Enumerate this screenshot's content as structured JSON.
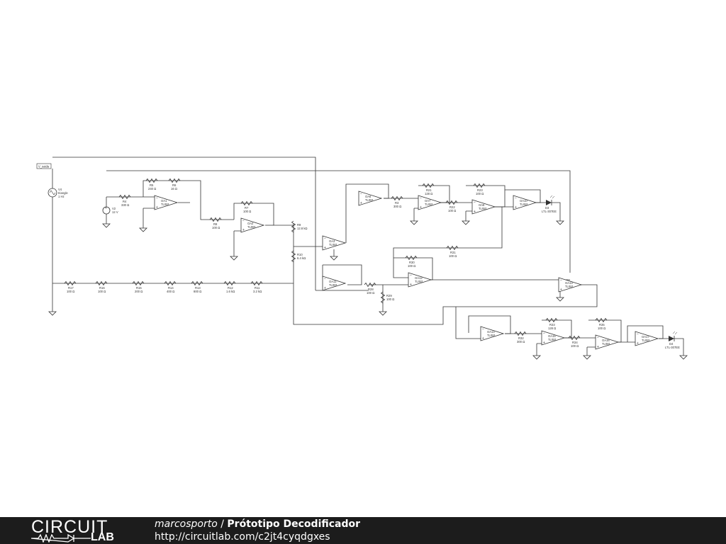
{
  "schematic": {
    "probe": "V_saida",
    "source_ac": {
      "name": "V4",
      "wave": "triangle",
      "freq": "1 Hz"
    },
    "source_dc": {
      "name": "V2",
      "value": "12 V"
    },
    "opamps": [
      {
        "id": "oa1",
        "name": "OA1",
        "part": "TL081"
      },
      {
        "id": "oa2",
        "name": "OA2",
        "part": "TL081"
      },
      {
        "id": "oa3",
        "name": "OA3",
        "part": "TL081"
      },
      {
        "id": "oa6",
        "name": "OA6",
        "part": "TL081"
      },
      {
        "id": "oa7",
        "name": "OA7",
        "part": "TL081"
      },
      {
        "id": "oa8",
        "name": "OA8",
        "part": "TL081"
      },
      {
        "id": "oa10",
        "name": "OA10",
        "part": "TL081"
      },
      {
        "id": "oa11",
        "name": "OA11",
        "part": "TL081"
      },
      {
        "id": "oa12",
        "name": "OA12",
        "part": "TL081"
      },
      {
        "id": "oa13",
        "name": "OA13",
        "part": "TL081"
      },
      {
        "id": "oa14",
        "name": "OA14",
        "part": "TL081"
      },
      {
        "id": "oa15",
        "name": "OA15",
        "part": "TL081"
      },
      {
        "id": "oa16",
        "name": "OA16",
        "part": "TL081"
      },
      {
        "id": "oa17",
        "name": "OA17",
        "part": "TL081"
      }
    ],
    "resistors": [
      {
        "id": "r4",
        "name": "R4",
        "value": "330 Ω"
      },
      {
        "id": "r5",
        "name": "R5",
        "value": "240 Ω"
      },
      {
        "id": "r6",
        "name": "R6",
        "value": "16 Ω"
      },
      {
        "id": "r7",
        "name": "R7",
        "value": "100 Ω"
      },
      {
        "id": "r8",
        "name": "R8",
        "value": "100 Ω"
      },
      {
        "id": "r9",
        "name": "R9",
        "value": "12.8 kΩ"
      },
      {
        "id": "r10",
        "name": "R10",
        "value": "6.4 kΩ"
      },
      {
        "id": "r3",
        "name": "R3",
        "value": "300 Ω"
      },
      {
        "id": "r21",
        "name": "R21",
        "value": "128 Ω"
      },
      {
        "id": "r22",
        "name": "R22",
        "value": "100 Ω"
      },
      {
        "id": "r23",
        "name": "R23",
        "value": "100 Ω"
      },
      {
        "id": "r31",
        "name": "R31",
        "value": "100 Ω"
      },
      {
        "id": "r30",
        "name": "R30",
        "value": "100 Ω"
      },
      {
        "id": "r28",
        "name": "R28",
        "value": "100 Ω"
      },
      {
        "id": "r29",
        "name": "R29",
        "value": "100 Ω"
      },
      {
        "id": "r17",
        "name": "R17",
        "value": "100 Ω"
      },
      {
        "id": "r16",
        "name": "R16",
        "value": "100 Ω"
      },
      {
        "id": "r15",
        "name": "R15",
        "value": "200 Ω"
      },
      {
        "id": "r14",
        "name": "R14",
        "value": "400 Ω"
      },
      {
        "id": "r13",
        "name": "R13",
        "value": "800 Ω"
      },
      {
        "id": "r12",
        "name": "R12",
        "value": "1.6 kΩ"
      },
      {
        "id": "r11",
        "name": "R11",
        "value": "3.2 kΩ"
      },
      {
        "id": "r32",
        "name": "R32",
        "value": "300 Ω"
      },
      {
        "id": "r33",
        "name": "R33",
        "value": "128 Ω"
      },
      {
        "id": "r34",
        "name": "R34",
        "value": "100 Ω"
      },
      {
        "id": "r35",
        "name": "R35",
        "value": "100 Ω"
      }
    ],
    "leds": [
      {
        "id": "d3",
        "name": "D3",
        "part": "LTL-307EE"
      },
      {
        "id": "d4",
        "name": "D4",
        "part": "LTL-307EE"
      }
    ]
  },
  "footer": {
    "logo_top": "CIRCUIT",
    "logo_bottom": "LAB",
    "user": "marcosporto",
    "separator": " / ",
    "title": "Prótotipo Decodificador",
    "url": "http://circuitlab.com/c2jt4cyqdgxes",
    "bg_color": "#1c1c1c"
  }
}
